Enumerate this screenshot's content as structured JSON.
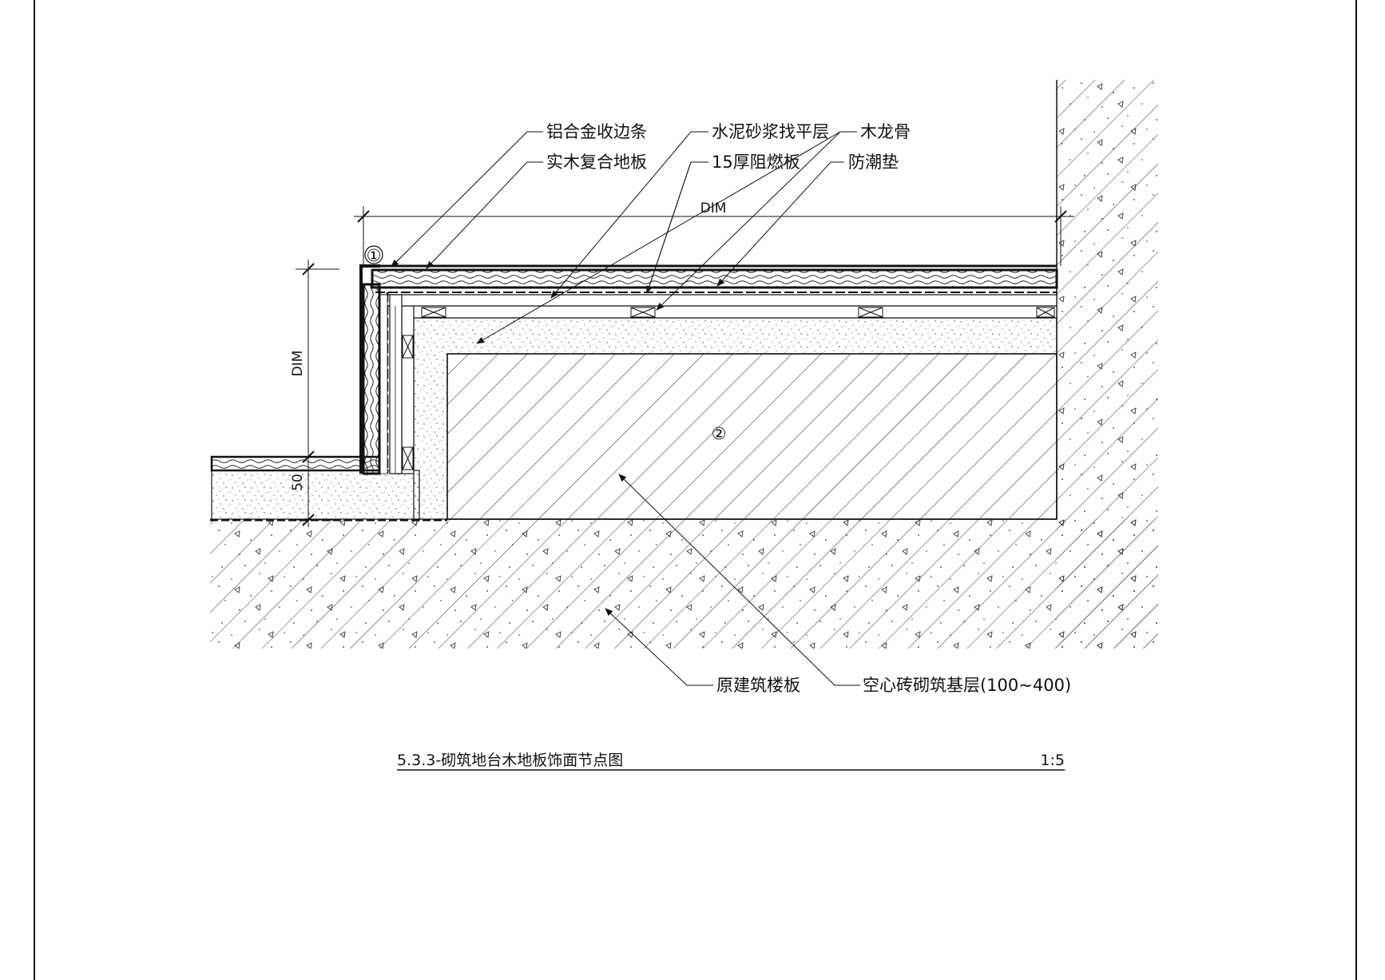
{
  "labels": {
    "aluminum_edge": "铝合金收边条",
    "cement_mortar": "水泥砂浆找平层",
    "wood_keel": "木龙骨",
    "engineered_floor": "实木复合地板",
    "fire_board": "15厚阻燃板",
    "moisture_pad": "防潮垫",
    "original_slab": "原建筑楼板",
    "hollow_brick": "空心砖砌筑基层(100~400)"
  },
  "dims": {
    "horizontal": "DIM",
    "vertical": "DIM",
    "step": "50"
  },
  "markers": {
    "one": "①",
    "two": "②"
  },
  "title": {
    "text": "5.3.3-砌筑地台木地板饰面节点图",
    "scale": "1:5"
  },
  "colors": {
    "line": "#111111",
    "watermark": "#d4d4d4"
  }
}
